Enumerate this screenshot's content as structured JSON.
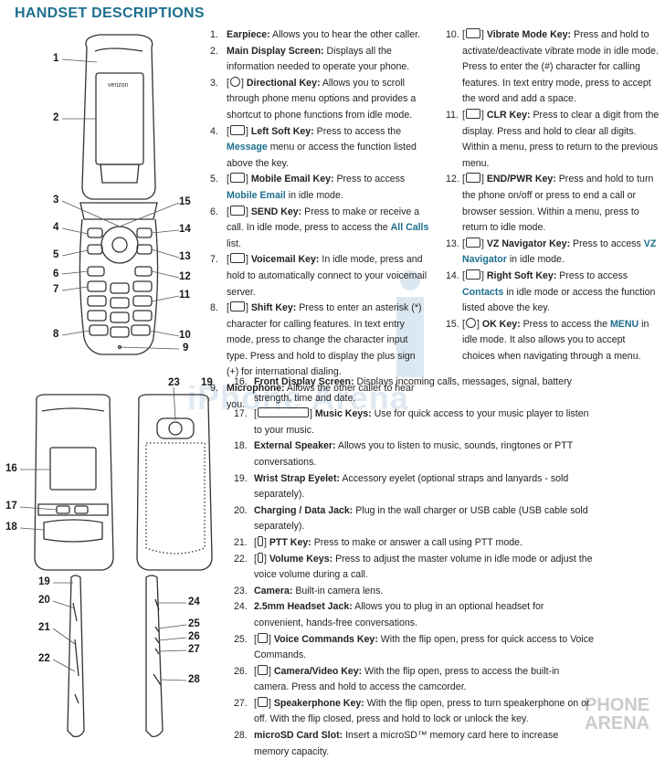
{
  "heading": "HANDSET DESCRIPTIONS",
  "watermarks": {
    "center": "iPhone Arena",
    "corner_line1": "PHONE",
    "corner_line2": "ARENA"
  },
  "phone_brand": "verizon",
  "callouts": [
    "1",
    "2",
    "3",
    "4",
    "5",
    "6",
    "7",
    "8",
    "9",
    "10",
    "11",
    "12",
    "13",
    "14",
    "15",
    "16",
    "17",
    "18",
    "19",
    "19",
    "20",
    "21",
    "22",
    "23",
    "24",
    "25",
    "26",
    "27",
    "28"
  ],
  "items": [
    {
      "n": "1.",
      "key": "Earpiece:",
      "text": " Allows you to hear the other caller."
    },
    {
      "n": "2.",
      "key": "Main Display Screen:",
      "text": " Displays all the information needed to operate your phone."
    },
    {
      "n": "3.",
      "pre": "[",
      "post": "] ",
      "key": "Directional Key:",
      "text": " Allows you to scroll through phone menu options and provides a shortcut to phone functions from idle mode."
    },
    {
      "n": "4.",
      "pre": "[",
      "post": "] ",
      "key": "Left Soft Key:",
      "text": " Press to access the ",
      "hl": "Message",
      "text2": " menu or access the function listed above the key."
    },
    {
      "n": "5.",
      "pre": "[",
      "post": "] ",
      "key": "Mobile Email Key:",
      "text": " Press to access ",
      "hl": "Mobile Email",
      "text2": " in idle mode."
    },
    {
      "n": "6.",
      "pre": "[",
      "post": "] ",
      "key": "SEND Key:",
      "text": " Press to make or receive a call. In idle mode, press to access the ",
      "hl": "All Calls",
      "text2": " list."
    },
    {
      "n": "7.",
      "pre": "[",
      "post": "] ",
      "key": "Voicemail Key:",
      "text": " In idle mode, press and hold to automatically connect to your voicemail server."
    },
    {
      "n": "8.",
      "pre": "[",
      "post": "] ",
      "key": "Shift Key:",
      "text": " Press to enter an asterisk (*) character for calling features. In text entry mode, press to change the character input type. Press and hold to display the plus sign (+) for international dialing."
    },
    {
      "n": "9.",
      "key": "Microphone:",
      "text": " Allows the other caller to hear you."
    },
    {
      "n": "10.",
      "pre": "[",
      "post": "] ",
      "key": "Vibrate Mode Key:",
      "text": " Press and hold to activate/deactivate vibrate mode in idle mode. Press to enter the (#) character for calling features. In text entry mode, press to accept the word and add a space."
    },
    {
      "n": "11.",
      "pre": "[",
      "post": "] ",
      "key": "CLR Key:",
      "text": " Press to clear a digit from the display. Press and hold to clear all digits. Within a menu, press to return to the previous menu."
    },
    {
      "n": "12.",
      "pre": "[",
      "post": "] ",
      "key": "END/PWR Key:",
      "text": " Press and hold to turn the phone on/off or press to end a call or browser session. Within a menu, press to return to idle mode."
    },
    {
      "n": "13.",
      "pre": "[",
      "post": "] ",
      "key": "VZ Navigator Key:",
      "text": " Press to access ",
      "hl": "VZ Navigator",
      "text2": " in idle mode."
    },
    {
      "n": "14.",
      "pre": "[",
      "post": "] ",
      "key": "Right Soft Key:",
      "text": " Press to access ",
      "hl": "Contacts",
      "text2": " in idle mode or access the function listed above the key."
    },
    {
      "n": "15.",
      "pre": "[",
      "post": "] ",
      "key": "OK Key:",
      "text": " Press to access the ",
      "hl": "MENU",
      "text2": " in idle mode. It also allows you to accept choices when navigating through a menu."
    },
    {
      "n": "16.",
      "key": "Front Display Screen:",
      "text": " Displays incoming calls, messages, signal, battery strength, time and date."
    },
    {
      "n": "17.",
      "pre": "[",
      "post": "] ",
      "key": "Music Keys:",
      "text": " Use for quick access to your music player to listen to your music."
    },
    {
      "n": "18.",
      "key": "External Speaker:",
      "text": " Allows you to listen to music, sounds, ringtones or PTT conversations."
    },
    {
      "n": "19.",
      "key": "Wrist Strap Eyelet:",
      "text": " Accessory eyelet (optional straps and lanyards - sold separately)."
    },
    {
      "n": "20.",
      "key": "Charging / Data Jack:",
      "text": " Plug in the wall charger or USB cable (USB cable sold separately)."
    },
    {
      "n": "21.",
      "pre": "[",
      "post": "] ",
      "key": "PTT Key:",
      "text": " Press to make or answer a call using PTT mode."
    },
    {
      "n": "22.",
      "pre": "[",
      "post": "] ",
      "key": "Volume Keys:",
      "text": " Press to adjust the master volume in idle mode or adjust the voice volume during a call."
    },
    {
      "n": "23.",
      "key": "Camera:",
      "text": " Built-in camera lens."
    },
    {
      "n": "24.",
      "key": "2.5mm Headset Jack:",
      "text": " Allows you to plug in an optional headset for convenient, hands-free conversations."
    },
    {
      "n": "25.",
      "pre": "[",
      "post": "] ",
      "key": "Voice Commands Key:",
      "text": " With the flip open, press for quick access to Voice Commands."
    },
    {
      "n": "26.",
      "pre": "[",
      "post": "] ",
      "key": "Camera/Video Key:",
      "text": " With the flip open, press to access the built-in camera. Press and hold to access the camcorder."
    },
    {
      "n": "27.",
      "pre": "[",
      "post": "] ",
      "key": "Speakerphone Key:",
      "text": " With the flip open, press to turn speakerphone on or off. With the flip closed, press and hold to lock or unlock the key."
    },
    {
      "n": "28.",
      "key": "microSD Card Slot:",
      "text": " Insert a microSD™ memory card here to increase memory capacity."
    }
  ]
}
